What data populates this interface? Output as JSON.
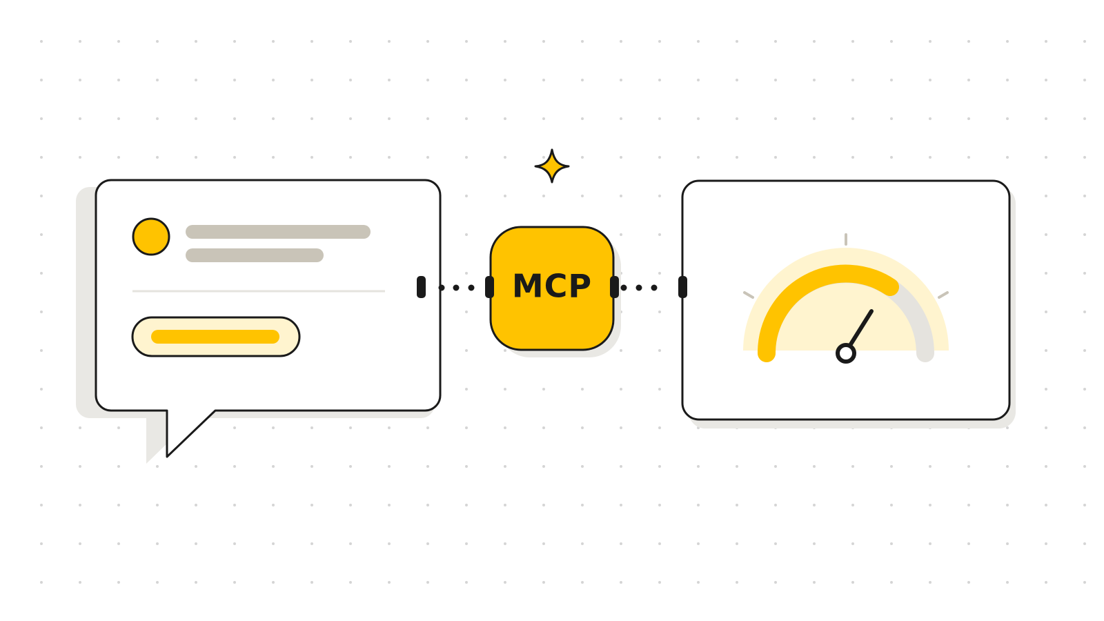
{
  "hub": {
    "label": "MCP"
  },
  "chat_card": {
    "avatar": "avatar-circle",
    "text_lines": 2,
    "action_bar": "highlighted-pill"
  },
  "gauge_card": {
    "icon": "speedometer-gauge",
    "level_percent": 70
  },
  "connectors": {
    "left_dots": 3,
    "right_dots": 3
  },
  "decoration": {
    "star": "sparkle-icon"
  },
  "colors": {
    "accent": "#FFC300",
    "accent_light": "#FFF4CF",
    "stroke": "#1a1a1a",
    "line_grey": "#C9C4B8",
    "shadow": "#E9E8E4",
    "dot_grid": "#D5D5D5",
    "track_grey": "#E5E3DE"
  }
}
